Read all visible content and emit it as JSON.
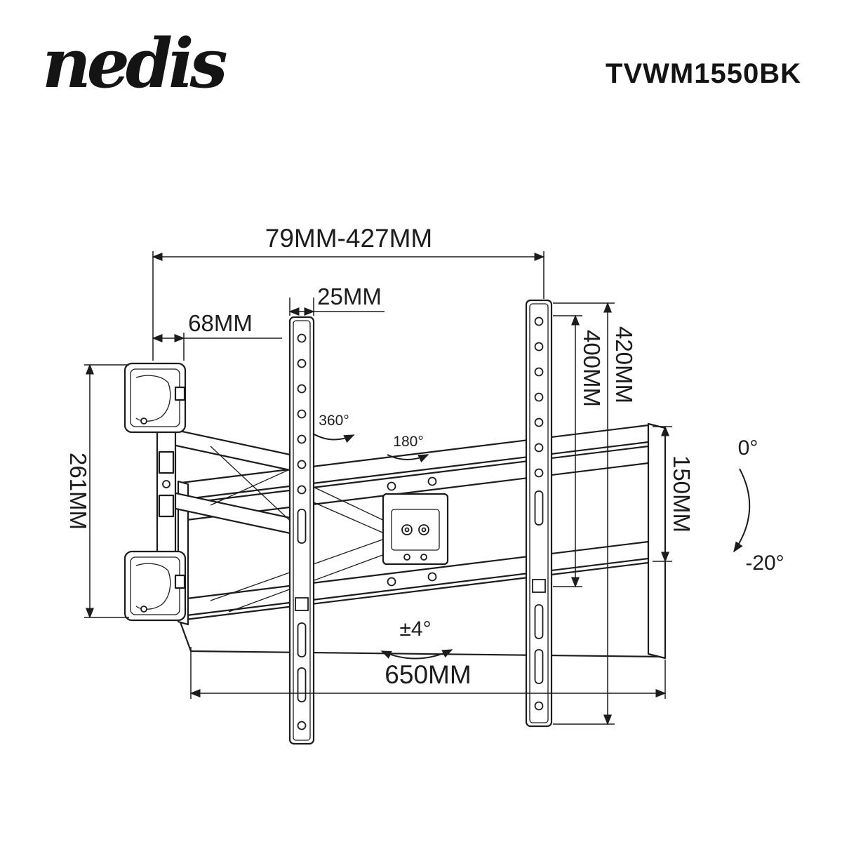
{
  "header": {
    "brand": "nedis",
    "model": "TVWM1550BK"
  },
  "diagram": {
    "dimensions": {
      "extension_range": "79MM-427MM",
      "rail_width": "25MM",
      "wall_plate_width": "68MM",
      "wall_plate_height": "261MM",
      "bracket_width": "650MM",
      "vesa_hole_height": "400MM",
      "rail_height": "420MM",
      "arm_plate_height": "150MM"
    },
    "angles": {
      "swivel": "360°",
      "rotation": "180°",
      "level_adjustment": "±4°",
      "tilt_max": "0°",
      "tilt_min": "-20°"
    }
  }
}
